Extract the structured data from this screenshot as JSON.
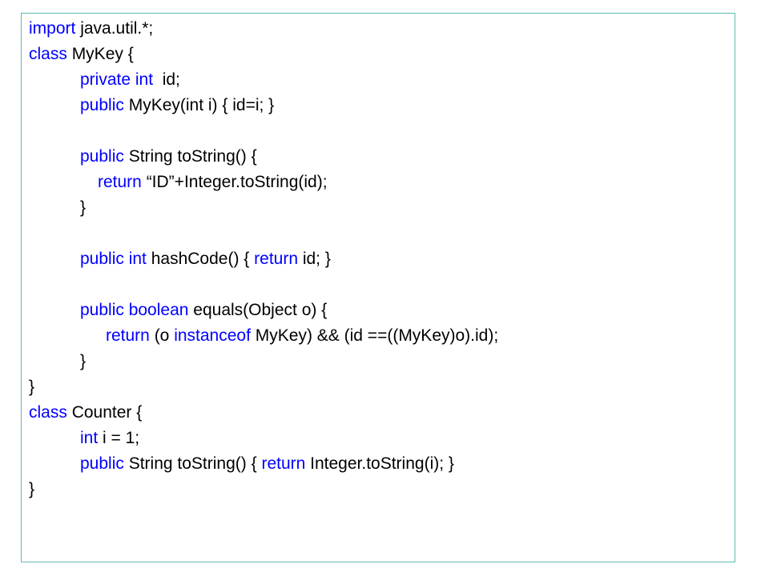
{
  "colors": {
    "keyword": "#0000ff",
    "plain": "#000000",
    "border": "#5fb8b0",
    "background": "#ffffff"
  },
  "lines": [
    {
      "indent": 0,
      "tokens": [
        {
          "t": "import",
          "kw": true
        },
        {
          "t": " java.util.*;",
          "kw": false
        }
      ]
    },
    {
      "indent": 0,
      "tokens": [
        {
          "t": "class",
          "kw": true
        },
        {
          "t": " MyKey {",
          "kw": false
        }
      ]
    },
    {
      "indent": 64,
      "tokens": [
        {
          "t": "private int",
          "kw": true
        },
        {
          "t": "  id;",
          "kw": false
        }
      ]
    },
    {
      "indent": 64,
      "tokens": [
        {
          "t": "public",
          "kw": true
        },
        {
          "t": " MyKey(int i) { id=i; }",
          "kw": false
        }
      ]
    },
    {
      "indent": 0,
      "tokens": []
    },
    {
      "indent": 64,
      "tokens": [
        {
          "t": "public",
          "kw": true
        },
        {
          "t": " String toString() {",
          "kw": false
        }
      ]
    },
    {
      "indent": 86,
      "tokens": [
        {
          "t": "return",
          "kw": true
        },
        {
          "t": " “ID”+Integer.toString(id);",
          "kw": false
        }
      ]
    },
    {
      "indent": 64,
      "tokens": [
        {
          "t": "}",
          "kw": false
        }
      ]
    },
    {
      "indent": 0,
      "tokens": []
    },
    {
      "indent": 64,
      "tokens": [
        {
          "t": "public int",
          "kw": true
        },
        {
          "t": " hashCode() { ",
          "kw": false
        },
        {
          "t": "return",
          "kw": true
        },
        {
          "t": " id; }",
          "kw": false
        }
      ]
    },
    {
      "indent": 0,
      "tokens": []
    },
    {
      "indent": 64,
      "tokens": [
        {
          "t": "public boolean",
          "kw": true
        },
        {
          "t": " equals(Object o) {",
          "kw": false
        }
      ]
    },
    {
      "indent": 96,
      "tokens": [
        {
          "t": "return",
          "kw": true
        },
        {
          "t": " (o ",
          "kw": false
        },
        {
          "t": "instanceof",
          "kw": true
        },
        {
          "t": " MyKey) && (id ==((MyKey)o).id);",
          "kw": false
        }
      ]
    },
    {
      "indent": 64,
      "tokens": [
        {
          "t": "}",
          "kw": false
        }
      ]
    },
    {
      "indent": 0,
      "tokens": [
        {
          "t": "}",
          "kw": false
        }
      ]
    },
    {
      "indent": 0,
      "tokens": [
        {
          "t": "class",
          "kw": true
        },
        {
          "t": " Counter {",
          "kw": false
        }
      ]
    },
    {
      "indent": 64,
      "tokens": [
        {
          "t": "int",
          "kw": true
        },
        {
          "t": " i = 1;",
          "kw": false
        }
      ]
    },
    {
      "indent": 64,
      "tokens": [
        {
          "t": "public",
          "kw": true
        },
        {
          "t": " String toString() { ",
          "kw": false
        },
        {
          "t": "return",
          "kw": true
        },
        {
          "t": " Integer.toString(i); }",
          "kw": false
        }
      ]
    },
    {
      "indent": 0,
      "tokens": [
        {
          "t": "}",
          "kw": false
        }
      ]
    }
  ]
}
